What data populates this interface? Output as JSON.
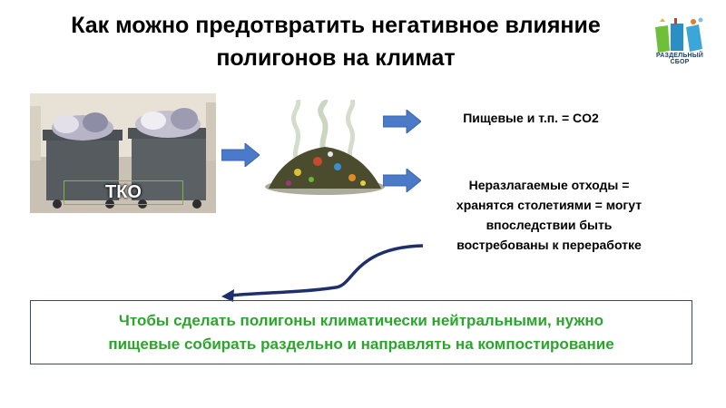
{
  "slide": {
    "title_line1": "Как можно предотвратить негативное влияние",
    "title_line2": "полигонов на климат",
    "logo_caption": "РАЗДЕЛЬНЫЙ СБОР",
    "tko_label": "ТКО",
    "food_text": "Пищевые и т.п. = CO2",
    "nondeg_line1": "Неразлагаемые отходы =",
    "nondeg_line2": "хранятся столетиями = могут",
    "nondeg_line3": "впоследствии быть",
    "nondeg_line4": "востребованы к переработке",
    "conclusion_line1": "Чтобы сделать полигоны климатически нейтральными, нужно",
    "conclusion_line2": "пищевые собирать раздельно и направлять на компостирование"
  },
  "colors": {
    "arrow_fill": "#4a7ac8",
    "curve_stroke": "#1f2f6b",
    "conclusion_text": "#2ca52c",
    "border": "#2e4d7a"
  },
  "icons": [
    "recycling-bins-logo",
    "arrow-right-icon",
    "curved-arrow-icon"
  ]
}
